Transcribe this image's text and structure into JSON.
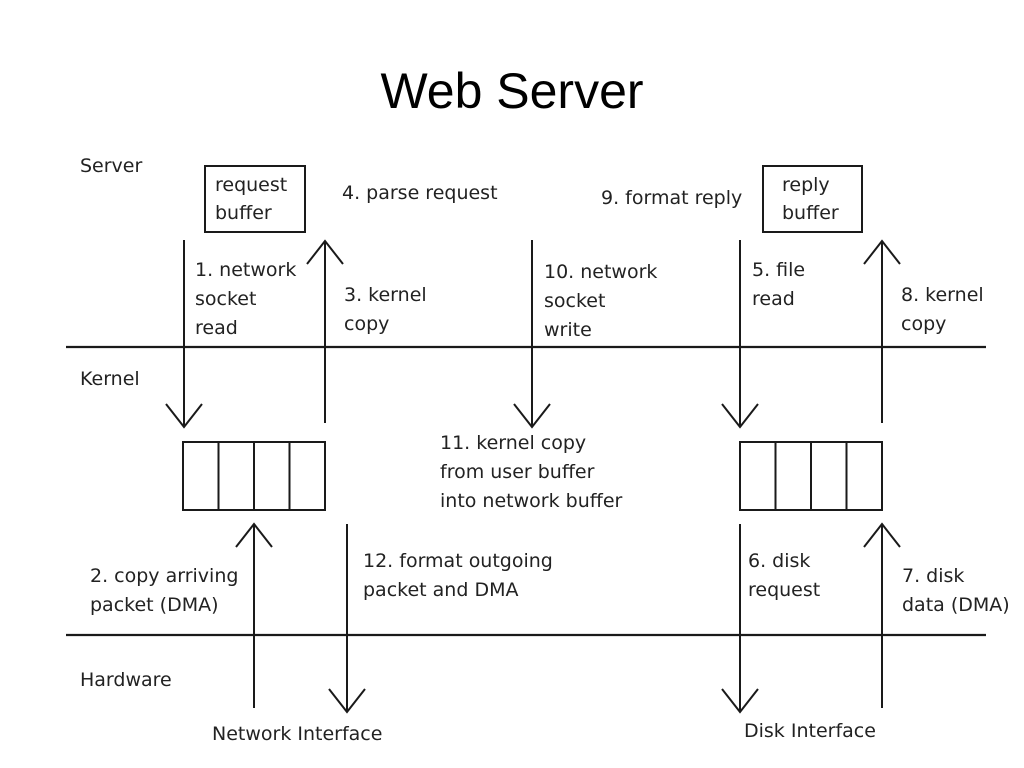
{
  "title": "Web Server",
  "layers": {
    "server": "Server",
    "kernel": "Kernel",
    "hardware": "Hardware"
  },
  "buffers": {
    "request": [
      "request",
      "buffer"
    ],
    "reply": [
      "reply",
      "buffer"
    ]
  },
  "steps": {
    "s1": [
      "1. network",
      "socket",
      "read"
    ],
    "s2": [
      "2. copy arriving",
      "packet (DMA)"
    ],
    "s3": [
      "3. kernel",
      "copy"
    ],
    "s4": [
      "4. parse request"
    ],
    "s5": [
      "5. file",
      "read"
    ],
    "s6": [
      "6. disk",
      "request"
    ],
    "s7": [
      "7. disk",
      "data (DMA)"
    ],
    "s8": [
      "8. kernel",
      "copy"
    ],
    "s9": [
      "9. format reply"
    ],
    "s10": [
      "10. network",
      "socket",
      "write"
    ],
    "s11": [
      "11. kernel copy",
      "from user buffer",
      "into network buffer"
    ],
    "s12": [
      "12. format outgoing",
      "packet and DMA"
    ]
  },
  "interfaces": {
    "network": "Network Interface",
    "disk": "Disk Interface"
  }
}
